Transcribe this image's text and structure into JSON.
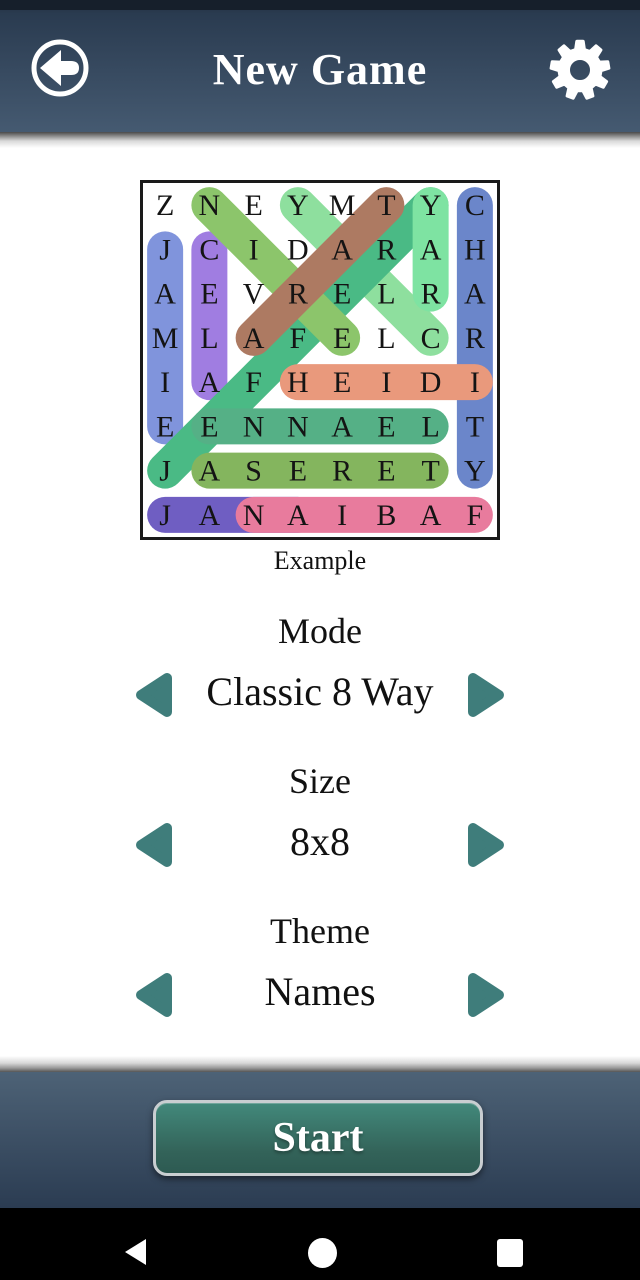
{
  "header": {
    "title": "New Game",
    "back_icon": "arrow-left-in-circle",
    "settings_icon": "gear"
  },
  "example": {
    "caption": "Example",
    "grid_rows": [
      "ZNEYMTYC",
      "JCIDARAH",
      "AEVRELRA",
      "MLAFELCR",
      "IAFHEIDI",
      "EENNAELT",
      "JASERETY",
      "JANAIBAF"
    ],
    "found_words": [
      {
        "word": "CHARITY",
        "start": [
          1,
          8
        ],
        "end": [
          7,
          8
        ],
        "color": "#6b86ca"
      },
      {
        "word": "JAMIE",
        "start": [
          2,
          1
        ],
        "end": [
          6,
          1
        ],
        "color": "#8094dc"
      },
      {
        "word": "ALEC",
        "start": [
          5,
          2
        ],
        "end": [
          2,
          2
        ],
        "color": "#a07de1"
      },
      {
        "word": "JANA",
        "start": [
          8,
          1
        ],
        "end": [
          8,
          4
        ],
        "color": "#6f5ec2"
      },
      {
        "word": "CLAY",
        "start": [
          4,
          7
        ],
        "end": [
          1,
          4
        ],
        "color": "#8edf9e"
      },
      {
        "word": "JEFFERY",
        "start": [
          7,
          1
        ],
        "end": [
          1,
          7
        ],
        "color": "#4aba85"
      },
      {
        "word": "RAY",
        "start": [
          3,
          7
        ],
        "end": [
          1,
          7
        ],
        "color": "#7ee3a2"
      },
      {
        "word": "ERIN",
        "start": [
          4,
          5
        ],
        "end": [
          1,
          2
        ],
        "color": "#8cc56b"
      },
      {
        "word": "TARA",
        "start": [
          1,
          6
        ],
        "end": [
          4,
          3
        ],
        "color": "#ad7a62"
      },
      {
        "word": "HEIDI",
        "start": [
          5,
          4
        ],
        "end": [
          5,
          8
        ],
        "color": "#e9997c"
      },
      {
        "word": "LEANNE",
        "start": [
          6,
          7
        ],
        "end": [
          6,
          2
        ],
        "color": "#55b086"
      },
      {
        "word": "TERESA",
        "start": [
          7,
          7
        ],
        "end": [
          7,
          2
        ],
        "color": "#84b55e"
      },
      {
        "word": "FABIAN",
        "start": [
          8,
          8
        ],
        "end": [
          8,
          3
        ],
        "color": "#e87b9d"
      }
    ]
  },
  "selectors": [
    {
      "id": "mode",
      "label": "Mode",
      "value": "Classic 8 Way",
      "prev_icon": "triangle-left",
      "next_icon": "triangle-right"
    },
    {
      "id": "size",
      "label": "Size",
      "value": "8x8",
      "prev_icon": "triangle-left",
      "next_icon": "triangle-right"
    },
    {
      "id": "theme",
      "label": "Theme",
      "value": "Names",
      "prev_icon": "triangle-left",
      "next_icon": "triangle-right"
    }
  ],
  "start": {
    "label": "Start"
  },
  "navbar": {
    "back_icon": "triangle-left",
    "home_icon": "circle",
    "recents_icon": "square"
  },
  "colors": {
    "accent_teal": "#3f7d7b",
    "header_top": "#2a3b50",
    "header_bottom": "#455a71",
    "footer_top": "#4d6276",
    "footer_bottom": "#2b3c52",
    "start_button_top": "#42897b",
    "start_button_bottom": "#2d5a52",
    "navbar_bg": "#000000",
    "letter_color": "#141414",
    "grid_border": "#1a1a1a"
  }
}
